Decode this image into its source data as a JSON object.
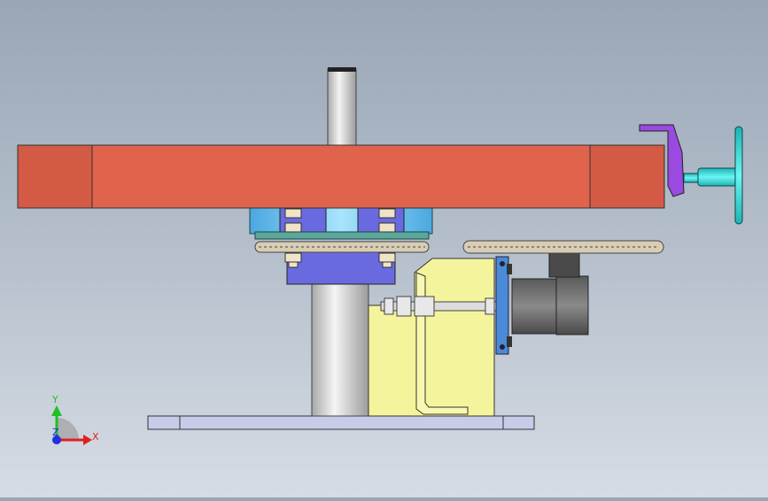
{
  "triad": {
    "x_label": "X",
    "y_label": "Y",
    "z_label": "Z",
    "x_color": "#e02020",
    "y_color": "#20c020",
    "z_color": "#2030e0"
  },
  "colors": {
    "beam": "#e0644c",
    "beam_end": "#d35a44",
    "post": "#d8d8d8",
    "flange_blue": "#6a6ae0",
    "bearing_cyan": "#6ec8f0",
    "bracket_yellow": "#f4f49c",
    "motor_gray": "#6a6a6a",
    "handle_purple": "#9a4ae0",
    "handle_cyan": "#28d8d8",
    "base_plate": "#c8cce8",
    "chain": "#c8b89c"
  }
}
